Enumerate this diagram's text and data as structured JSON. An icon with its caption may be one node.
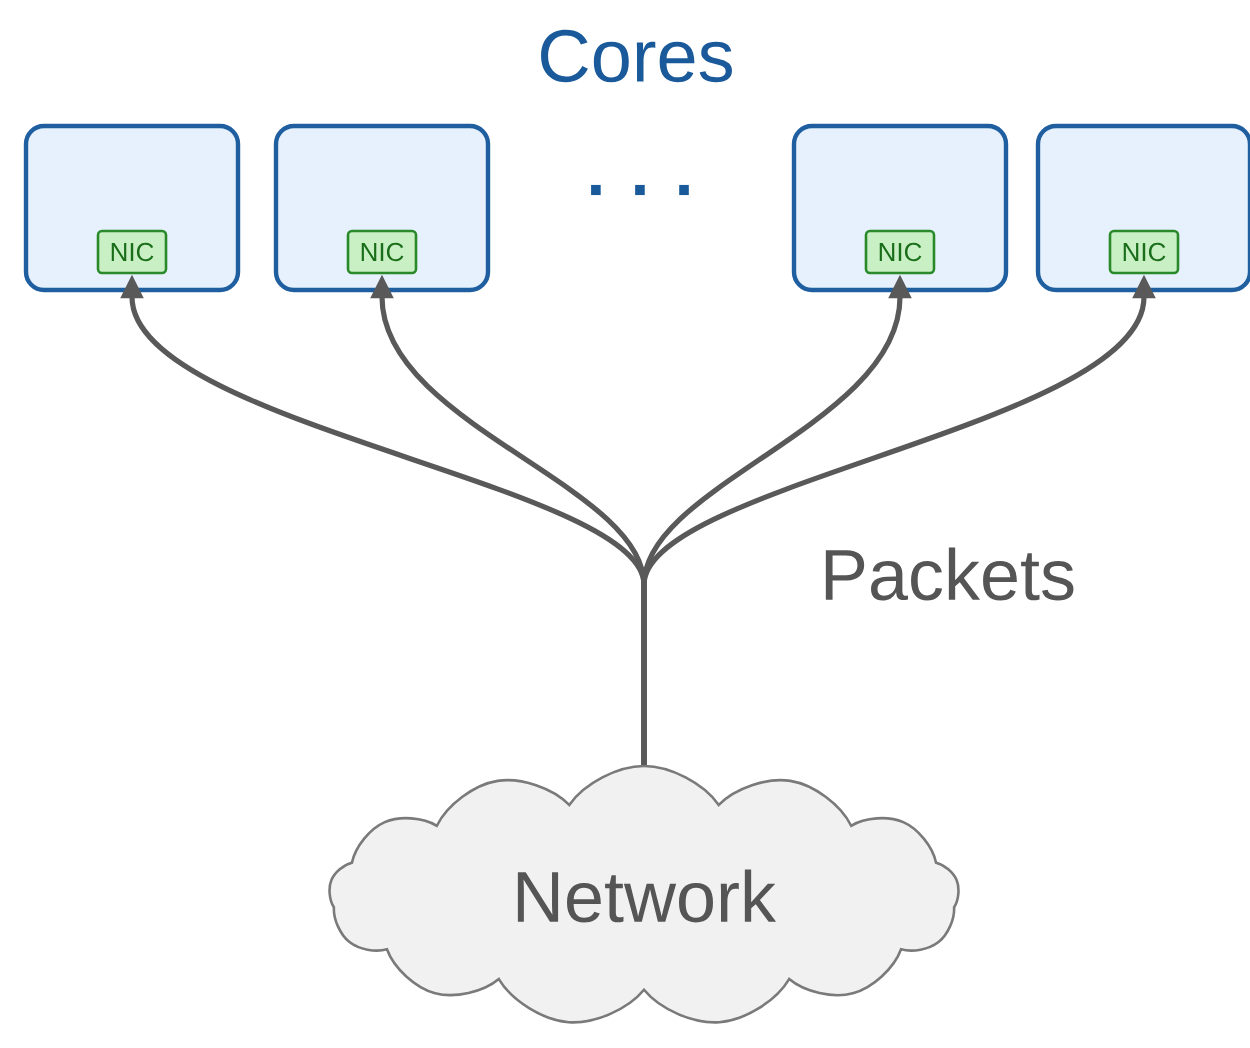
{
  "diagram": {
    "nodes": [
      {
        "text": [],
        "shape": "box"
      },
      {
        "text": [
          "NIC"
        ],
        "in": 0
      },
      {
        "text": [],
        "shape": "box"
      },
      {
        "text": [
          "NIC"
        ],
        "in": 2
      },
      {
        "text": [],
        "shape": "box"
      },
      {
        "text": [
          "NIC"
        ],
        "in": 4
      },
      {
        "text": [],
        "shape": "box"
      },
      {
        "text": [
          "NIC"
        ],
        "in": 6
      },
      {
        "text": [
          "Network"
        ]
      }
    ],
    "edges": [
      {
        "from": 8,
        "to": 1,
        "arrow": "to"
      },
      {
        "from": 8,
        "to": 3,
        "arrow": "to"
      },
      {
        "from": 8,
        "to": 5,
        "arrow": "to"
      },
      {
        "from": 8,
        "to": 7,
        "arrow": "to"
      }
    ],
    "labels": [
      "Cores",
      ". . .",
      "Packets"
    ]
  }
}
